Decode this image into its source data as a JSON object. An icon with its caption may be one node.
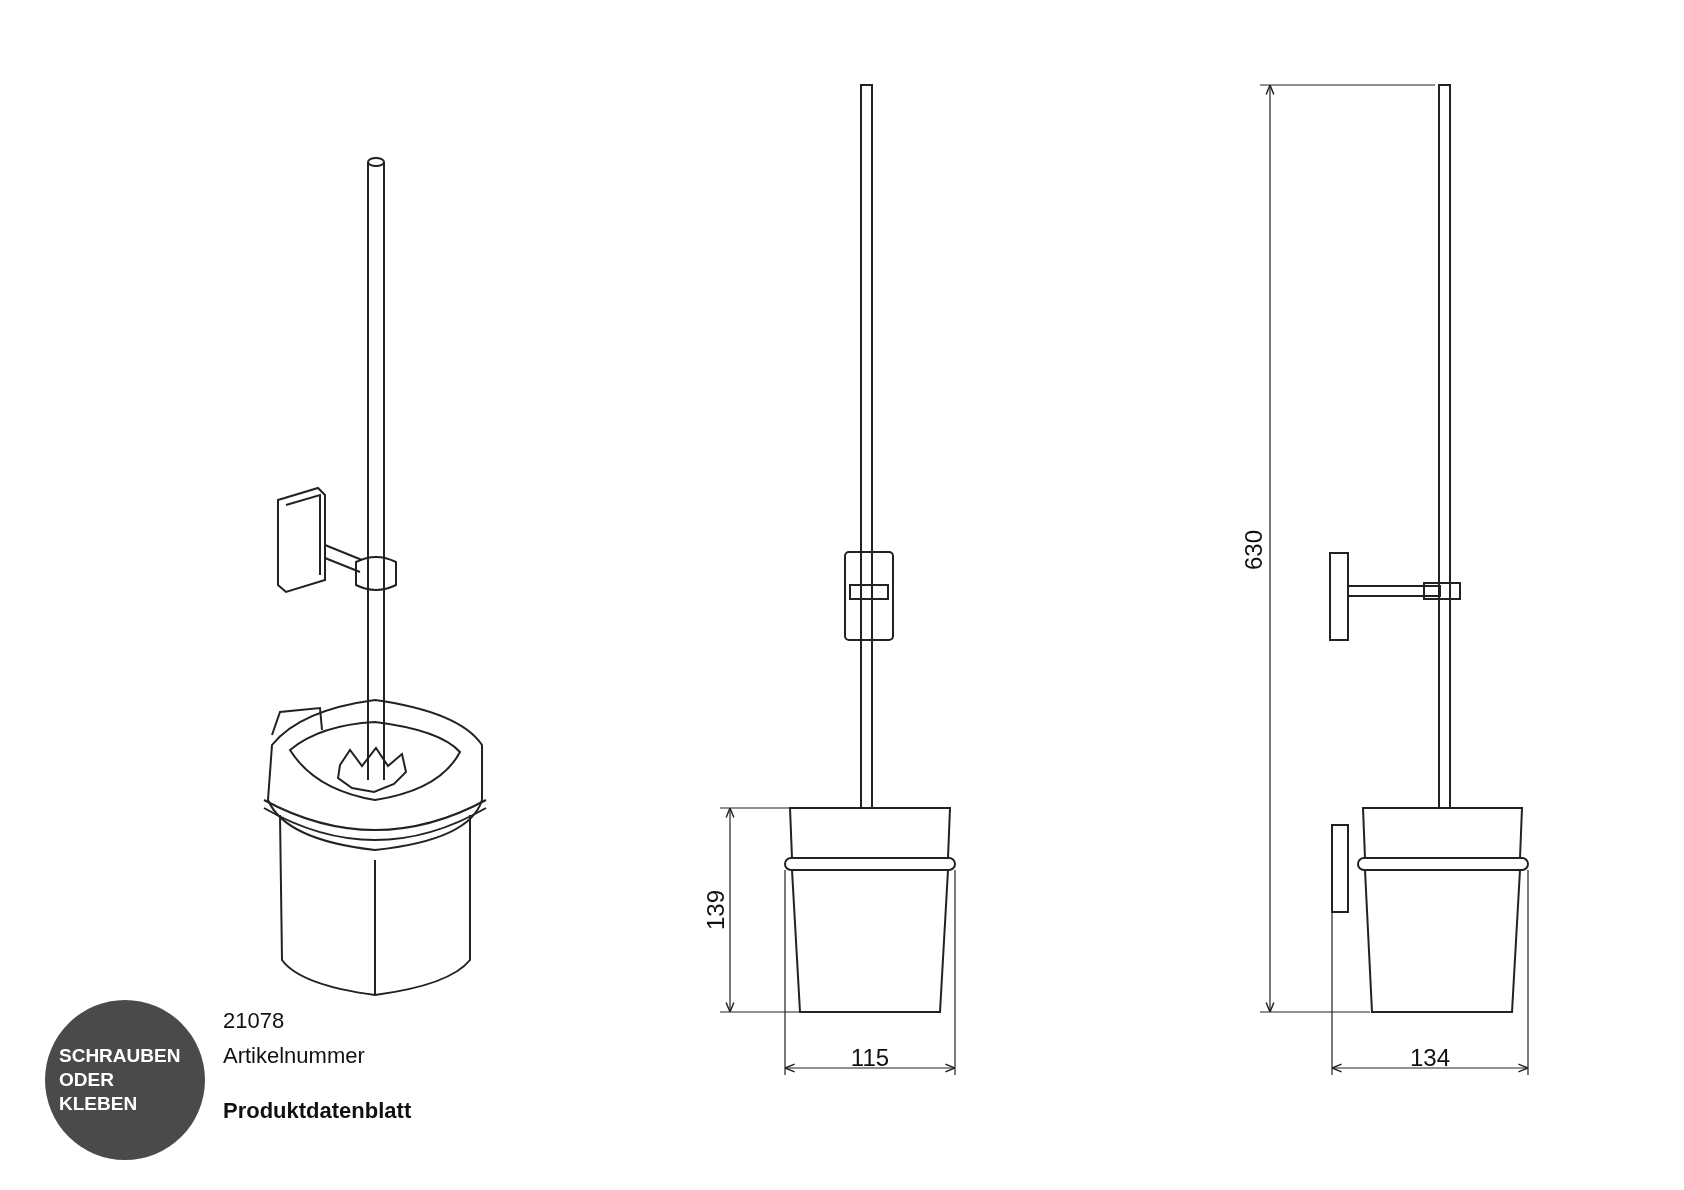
{
  "diagram": {
    "nodes": [
      {
        "text": [
          "SCHRAUBEN ODER KLEBEN"
        ]
      }
    ],
    "edges": [],
    "labels": [
      "630",
      "139",
      "21078",
      "Artikelnummer",
      "115",
      "134",
      "Produktdatenblatt"
    ]
  }
}
